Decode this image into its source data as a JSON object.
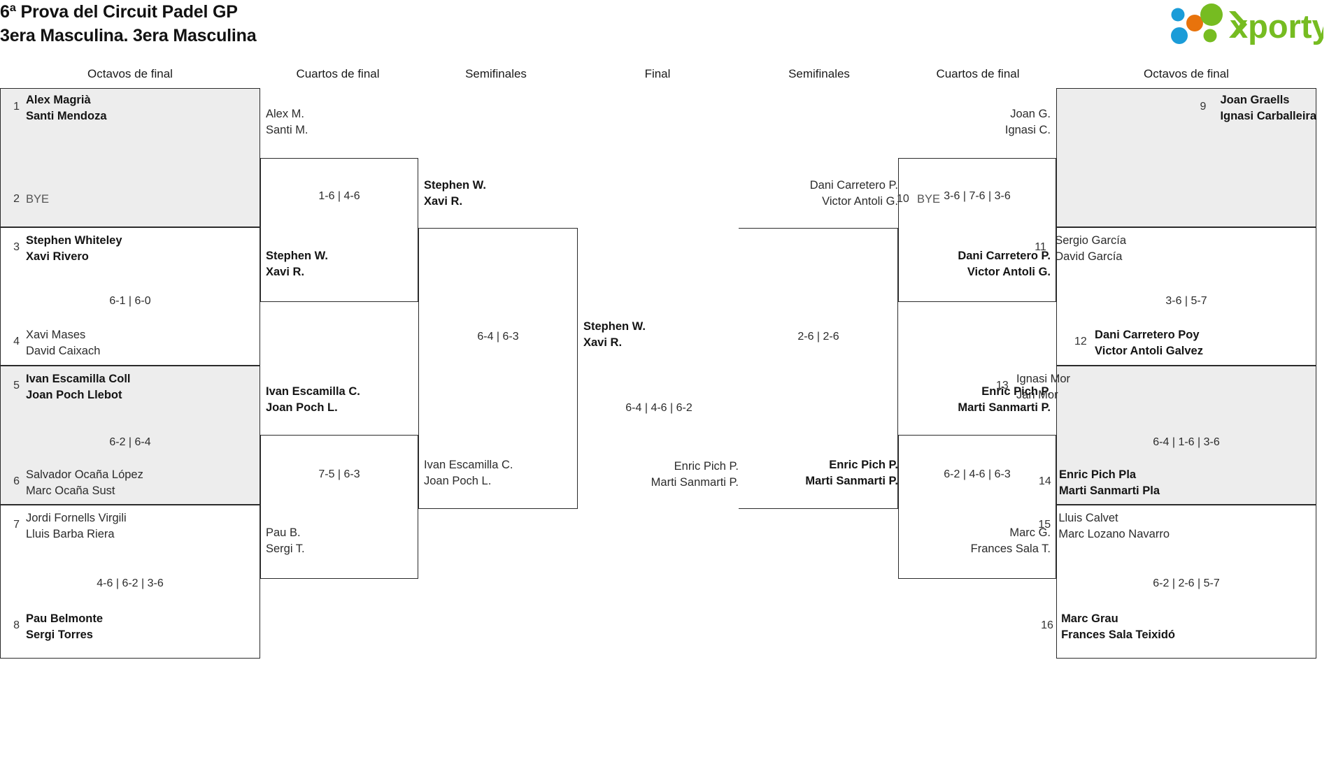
{
  "header": {
    "title_line1": "6ª Prova del Circuit Padel GP",
    "title_line2": "3era Masculina. 3era Masculina",
    "logo_text": "xporty",
    "logo_colors": {
      "green": "#76bc21",
      "blue": "#1b9cd8",
      "orange": "#e8730c"
    }
  },
  "round_headers": {
    "left_r16": "Octavos de final",
    "left_qf": "Cuartos de final",
    "left_sf": "Semifinales",
    "final": "Final",
    "right_sf": "Semifinales",
    "right_qf": "Cuartos de final",
    "right_r16": "Octavos de final"
  },
  "bracket": {
    "left_round16": [
      {
        "seed_a": "1",
        "team_a_p1": "Alex Magrià",
        "team_a_p2": "Santi Mendoza",
        "a_winner": true,
        "seed_b": "2",
        "team_b_p1": "BYE",
        "team_b_p2": "",
        "b_winner": false,
        "score": ""
      },
      {
        "seed_a": "3",
        "team_a_p1": "Stephen Whiteley",
        "team_a_p2": "Xavi Rivero",
        "a_winner": true,
        "seed_b": "4",
        "team_b_p1": "Xavi Mases",
        "team_b_p2": "David Caixach",
        "b_winner": false,
        "score": "6-1 | 6-0"
      },
      {
        "seed_a": "5",
        "team_a_p1": "Ivan Escamilla Coll",
        "team_a_p2": "Joan Poch Llebot",
        "a_winner": true,
        "seed_b": "6",
        "team_b_p1": "Salvador Ocaña López",
        "team_b_p2": "Marc Ocaña Sust",
        "b_winner": false,
        "score": "6-2 | 6-4"
      },
      {
        "seed_a": "7",
        "team_a_p1": "Jordi Fornells Virgili",
        "team_a_p2": "Lluis Barba Riera",
        "a_winner": false,
        "seed_b": "8",
        "team_b_p1": "Pau Belmonte",
        "team_b_p2": "Sergi Torres",
        "b_winner": true,
        "score": "4-6 | 6-2 | 3-6"
      }
    ],
    "left_quarters": [
      {
        "team_a_p1": "Alex M.",
        "team_a_p2": "Santi M.",
        "a_winner": false,
        "team_b_p1": "Stephen W.",
        "team_b_p2": "Xavi R.",
        "b_winner": true,
        "score": "1-6 | 4-6"
      },
      {
        "team_a_p1": "Ivan Escamilla C.",
        "team_a_p2": "Joan Poch L.",
        "a_winner": true,
        "team_b_p1": "Pau B.",
        "team_b_p2": "Sergi T.",
        "b_winner": false,
        "score": "7-5 | 6-3"
      }
    ],
    "left_semi": {
      "team_a_p1": "Stephen W.",
      "team_a_p2": "Xavi R.",
      "a_winner": true,
      "team_b_p1": "Ivan Escamilla C.",
      "team_b_p2": "Joan Poch L.",
      "b_winner": false,
      "score": "6-4 | 6-3"
    },
    "final": {
      "team_a_p1": "Stephen W.",
      "team_a_p2": "Xavi R.",
      "a_winner": true,
      "team_b_p1": "Enric Pich P.",
      "team_b_p2": "Marti Sanmarti P.",
      "b_winner": false,
      "score": "6-4 | 4-6 | 6-2"
    },
    "right_semi": {
      "team_a_p1": "Dani Carretero P.",
      "team_a_p2": "Victor Antoli G.",
      "a_winner": false,
      "team_b_p1": "Enric Pich P.",
      "team_b_p2": "Marti Sanmarti P.",
      "b_winner": true,
      "score": "2-6 | 2-6"
    },
    "right_quarters": [
      {
        "team_a_p1": "Joan G.",
        "team_a_p2": "Ignasi C.",
        "a_winner": false,
        "team_b_p1": "Dani Carretero P.",
        "team_b_p2": "Victor Antoli G.",
        "b_winner": true,
        "score": "3-6 | 7-6 | 3-6"
      },
      {
        "team_a_p1": "Enric Pich P.",
        "team_a_p2": "Marti Sanmarti P.",
        "a_winner": true,
        "team_b_p1": "Marc G.",
        "team_b_p2": "Frances Sala T.",
        "b_winner": false,
        "score": "6-2 | 4-6 | 6-3"
      }
    ],
    "right_round16": [
      {
        "seed_a": "9",
        "team_a_p1": "Joan Graells",
        "team_a_p2": "Ignasi Carballeira",
        "a_winner": true,
        "seed_b": "10",
        "team_b_p1": "BYE",
        "team_b_p2": "",
        "b_winner": false,
        "score": ""
      },
      {
        "seed_a": "11",
        "team_a_p1": "Sergio García",
        "team_a_p2": "David García",
        "a_winner": false,
        "seed_b": "12",
        "team_b_p1": "Dani Carretero Poy",
        "team_b_p2": "Victor Antoli Galvez",
        "b_winner": true,
        "score": "3-6 | 5-7"
      },
      {
        "seed_a": "13",
        "team_a_p1": "Ignasi Mor",
        "team_a_p2": "Jan Mor",
        "a_winner": false,
        "seed_b": "14",
        "team_b_p1": "Enric Pich Pla",
        "team_b_p2": "Marti Sanmarti Pla",
        "b_winner": true,
        "score": "6-4 | 1-6 | 3-6"
      },
      {
        "seed_a": "15",
        "team_a_p1": "Lluis Calvet",
        "team_a_p2": "Marc Lozano Navarro",
        "a_winner": false,
        "seed_b": "16",
        "team_b_p1": "Marc Grau",
        "team_b_p2": "Frances Sala Teixidó",
        "b_winner": true,
        "score": "6-2 | 2-6 | 5-7"
      }
    ]
  }
}
